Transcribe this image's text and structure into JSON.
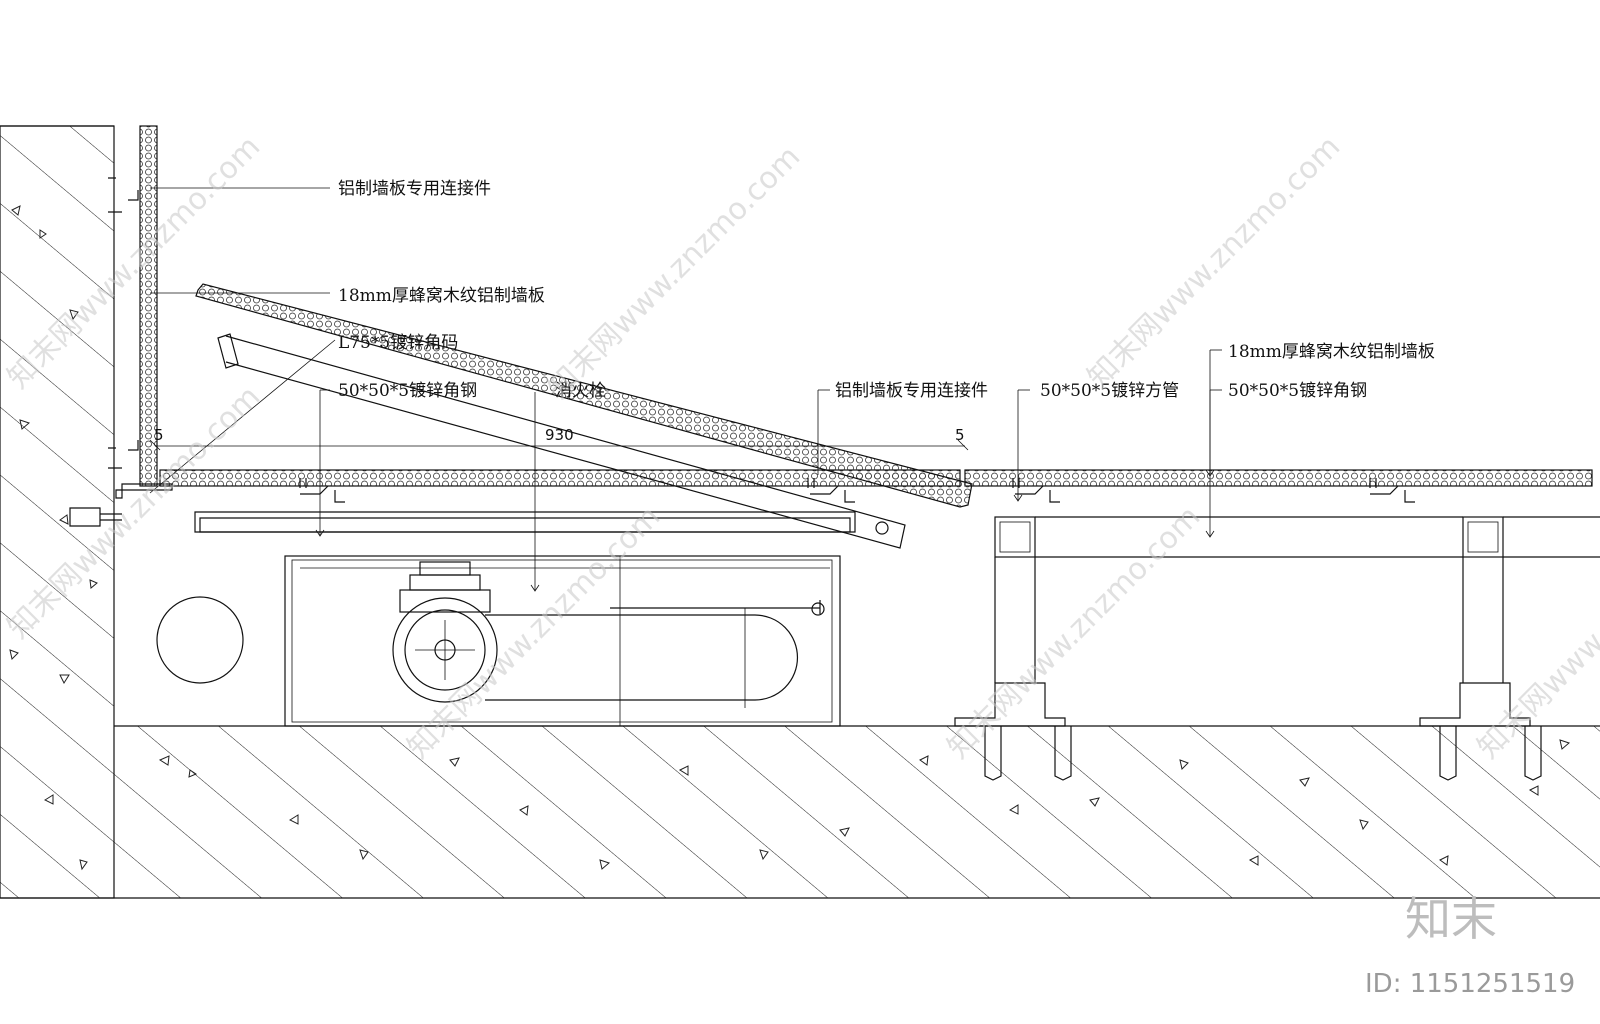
{
  "labels": {
    "connector_top": "铝制墙板专用连接件",
    "panel_top": "18mm厚蜂窝木纹铝制墙板",
    "angle_clip": "L75*5镀锌角码",
    "angle_steel_left": "50*50*5镀锌角钢",
    "hydrant": "消火栓",
    "connector_mid": "铝制墙板专用连接件",
    "square_tube": "50*50*5镀锌方管",
    "panel_right": "18mm厚蜂窝木纹铝制墙板",
    "angle_steel_right": "50*50*5镀锌角钢"
  },
  "dimensions": {
    "span": "930",
    "mark_left": "5",
    "mark_right": "5"
  },
  "watermark": {
    "text": "知末网www.znzmo.com",
    "brand": "知末",
    "id": "ID: 1151251519"
  }
}
